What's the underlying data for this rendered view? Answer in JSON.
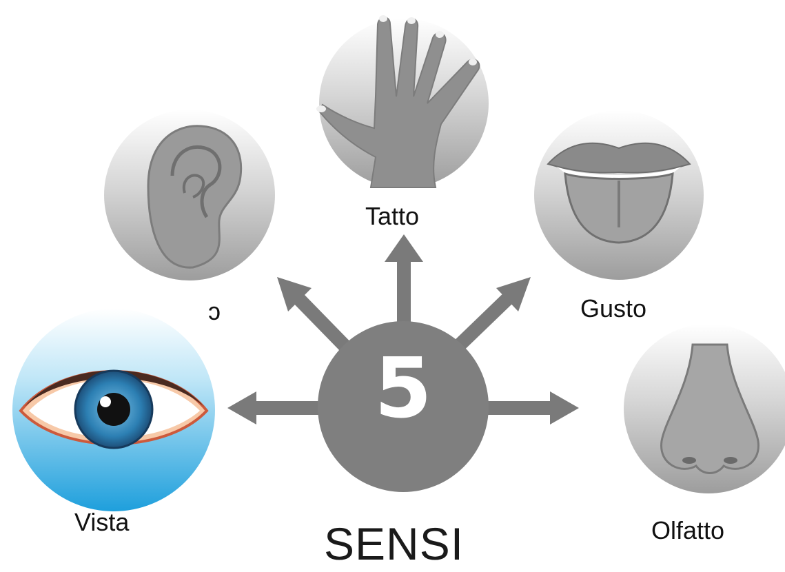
{
  "diagram": {
    "title": "SENSI",
    "center_label": "5",
    "senses": [
      {
        "name": "Tatto",
        "icon": "hand-icon",
        "highlighted": false
      },
      {
        "name": "Gusto",
        "icon": "mouth-tongue-icon",
        "highlighted": false
      },
      {
        "name": "Olfatto",
        "icon": "nose-icon",
        "highlighted": false
      },
      {
        "name": "Vista",
        "icon": "eye-icon",
        "highlighted": true
      },
      {
        "name": "ɔ",
        "icon": "ear-icon",
        "highlighted": false
      }
    ],
    "colors": {
      "arrow": "#7a7a7a",
      "hub": "#7f7f7f",
      "icon_circle": "#bdbdbd",
      "highlight_circle": "#4fb6e6",
      "eye_iris": "#2e7eb0",
      "text": "#111111"
    }
  }
}
